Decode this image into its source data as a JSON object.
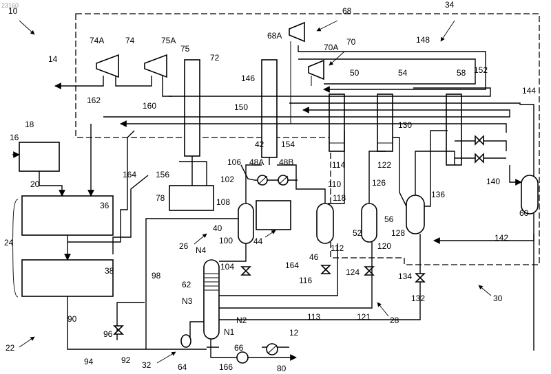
{
  "figure_id": "23160",
  "labels": {
    "l10": "10",
    "l14": "14",
    "l16": "16",
    "l18": "18",
    "l20": "20",
    "l22": "22",
    "l24": "24",
    "l26": "26",
    "l28": "28",
    "l30": "30",
    "l32": "32",
    "l34": "34",
    "l36": "36",
    "l38": "38",
    "l40": "40",
    "l42": "42",
    "l44": "44",
    "l46": "46",
    "l48A": "48A",
    "l48B": "48B",
    "l50": "50",
    "l52": "52",
    "l54": "54",
    "l56": "56",
    "l58": "58",
    "l60": "60",
    "l62": "62",
    "l64": "64",
    "l66": "66",
    "l68": "68",
    "l68A": "68A",
    "l70": "70",
    "l70A": "70A",
    "l72": "72",
    "l74": "74",
    "l74A": "74A",
    "l75": "75",
    "l75A": "75A",
    "l78": "78",
    "l80": "80",
    "l12": "12",
    "l90": "90",
    "l92": "92",
    "l94": "94",
    "l96": "96",
    "l98": "98",
    "l100": "100",
    "l102": "102",
    "l104": "104",
    "l106": "106",
    "l108": "108",
    "l110": "110",
    "l112": "112",
    "l113": "113",
    "l114": "114",
    "l116": "116",
    "l118": "118",
    "l120": "120",
    "l121": "121",
    "l122": "122",
    "l124": "124",
    "l126": "126",
    "l128": "128",
    "l130": "130",
    "l132": "132",
    "l134": "134",
    "l136": "136",
    "l140": "140",
    "l142": "142",
    "l144": "144",
    "l146": "146",
    "l148": "148",
    "l150": "150",
    "l152": "152",
    "l154": "154",
    "l156": "156",
    "l160": "160",
    "l162": "162",
    "l164a": "164",
    "l164b": "164",
    "l166": "166",
    "lN1": "N1",
    "lN2": "N2",
    "lN3": "N3",
    "lN4": "N4"
  }
}
